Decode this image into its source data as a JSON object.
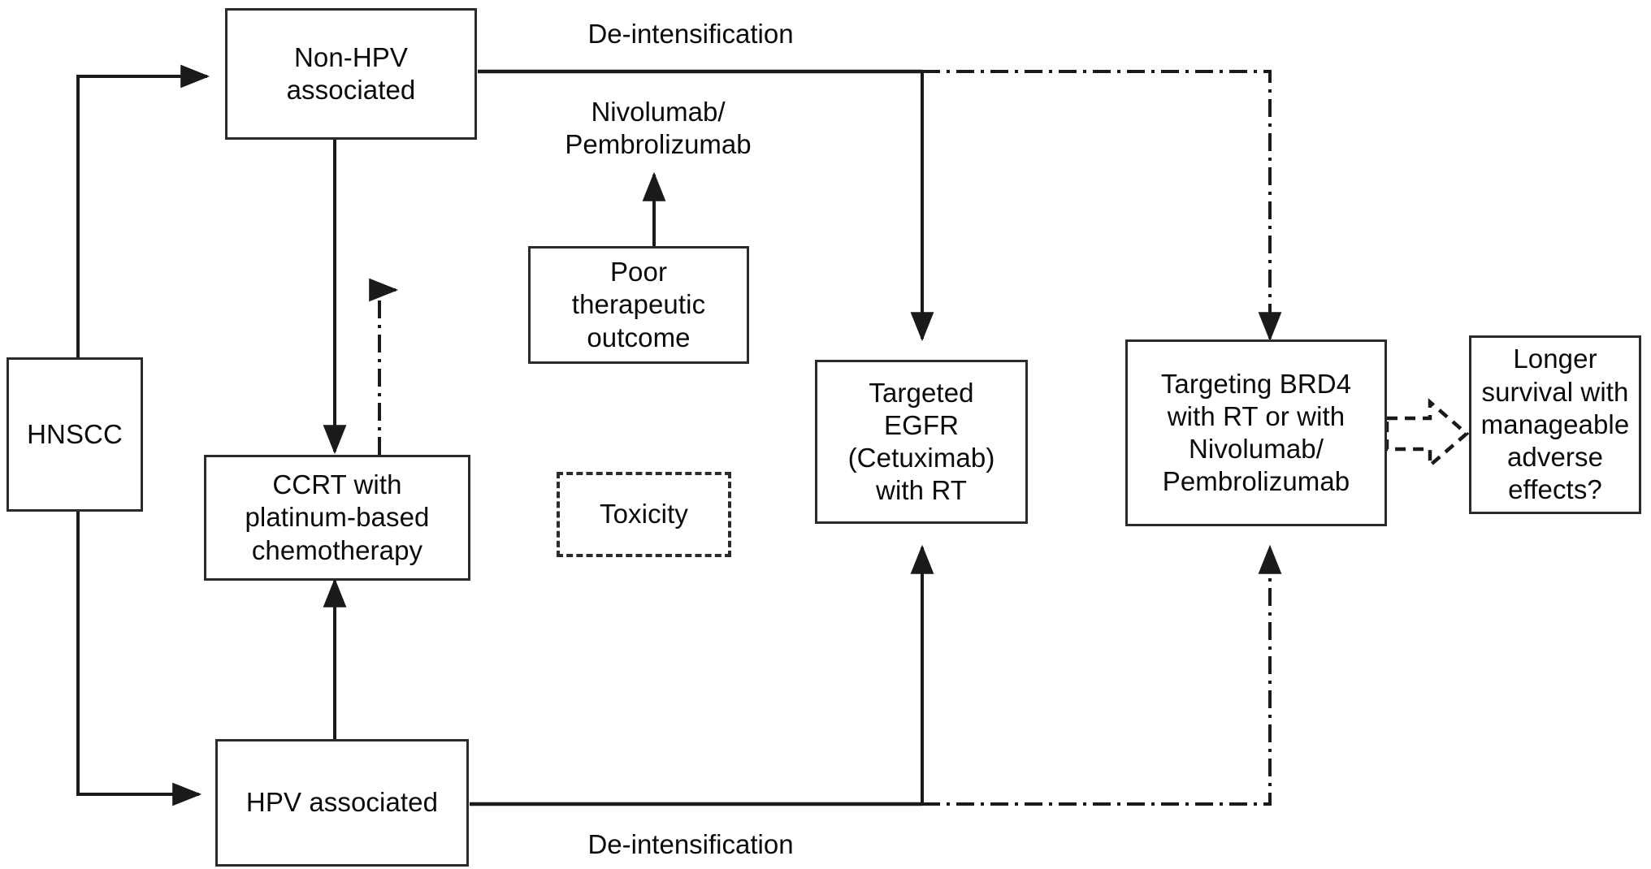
{
  "figure": {
    "type": "flowchart",
    "title": "HNSCC treatment strategy flowchart",
    "background_color": "#ffffff",
    "line_color": "#2b2b2b"
  },
  "nodes": {
    "hnscc": {
      "label": "HNSCC",
      "border": "solid"
    },
    "non_hpv": {
      "label": "Non-HPV\nassociated",
      "border": "solid"
    },
    "ccrt": {
      "label": "CCRT with\nplatinum-based\nchemotherapy",
      "border": "solid"
    },
    "poor_outcome": {
      "label": "Poor\ntherapeutic\noutcome",
      "border": "solid"
    },
    "toxicity": {
      "label": "Toxicity",
      "border": "dashed"
    },
    "targeted_egfr": {
      "label": "Targeted\nEGFR\n(Cetuximab)\nwith RT",
      "border": "solid"
    },
    "brd4": {
      "label": "Targeting BRD4\nwith RT or with\nNivolumab/\nPembrolizumab",
      "border": "solid"
    },
    "longer_survival": {
      "label": "Longer\nsurvival with\nmanageable\nadverse\neffects?",
      "border": "solid"
    },
    "hpv": {
      "label": "HPV associated",
      "border": "solid"
    }
  },
  "edge_labels": {
    "deintensification_top": "De-intensification",
    "nivolumab_pembrolizumab": "Nivolumab/\nPembrolizumab",
    "deintensification_bottom": "De-intensification"
  },
  "connectors": [
    {
      "name": "hnscc-to-non-hpv",
      "style": "solid",
      "arrow": true
    },
    {
      "name": "hnscc-to-hpv",
      "style": "solid",
      "arrow": true
    },
    {
      "name": "non-hpv-to-ccrt",
      "style": "solid",
      "arrow": true
    },
    {
      "name": "hpv-to-ccrt",
      "style": "solid",
      "arrow": true
    },
    {
      "name": "ccrt-to-toxicity",
      "style": "solid",
      "arrow": true
    },
    {
      "name": "ccrt-to-poor-outcome",
      "style": "dash-dot",
      "arrow": true
    },
    {
      "name": "poor-outcome-to-nivolumab-label",
      "style": "solid",
      "arrow": true
    },
    {
      "name": "non-hpv-deintensification-to-targeted-egfr",
      "style": "solid",
      "arrow": true
    },
    {
      "name": "non-hpv-deintensification-to-brd4",
      "style": "dash-dot",
      "arrow": true
    },
    {
      "name": "hpv-deintensification-to-targeted-egfr",
      "style": "solid",
      "arrow": true
    },
    {
      "name": "hpv-deintensification-to-brd4",
      "style": "dash-dot",
      "arrow": true
    },
    {
      "name": "brd4-to-longer-survival",
      "style": "dashed-block-arrow",
      "arrow": true
    }
  ]
}
